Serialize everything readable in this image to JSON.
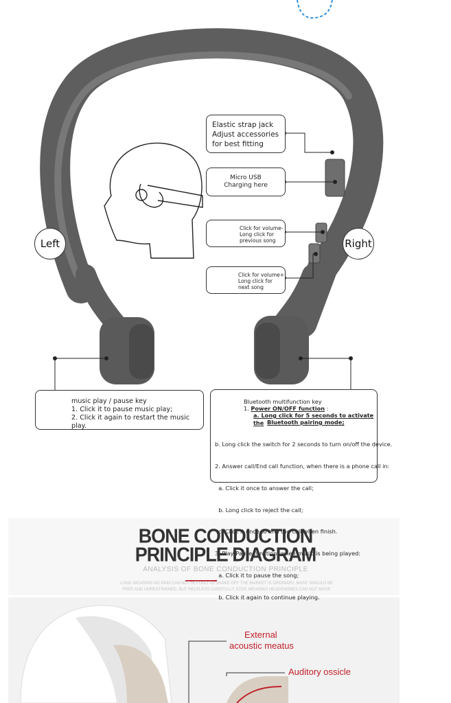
{
  "sides": {
    "left": "Left",
    "right": "Right"
  },
  "callouts": {
    "strap": [
      "Elastic strap jack",
      "Adjust accessories",
      "for best fitting"
    ],
    "usb": [
      "Micro USB",
      "Charging here"
    ],
    "vol_minus": [
      "Click for volume-",
      "Long click for",
      "previous song"
    ],
    "vol_plus": [
      "Click for volume+",
      "Long click for",
      "next song"
    ]
  },
  "music_key": {
    "title": "music play / pause key",
    "lines": [
      "1. Click it to  pause music play;",
      "2. Click it again to restart  the music play."
    ]
  },
  "bt_key": {
    "title": "Bluetooth multifunction key",
    "line1_prefix": "1. ",
    "line1_bold": "Power ON/OFF function",
    "line1_suffix": "  :",
    "line2": "a. Long click for 5 seconds to activate the",
    "line3": "Bluetooth pairing mode;",
    "lines": [
      "b. Long click the switch for 2 seconds to turn on/off the device.",
      "2. Answer call/End call function, when there is a phone call in:",
      "  a. Click it once to answer the call;",
      "  b. Long click to reject the call;",
      "  c. Click it once to end the call when finish.",
      "3. Play/Pause function, when music is being played:",
      "  a. Click it to pause the song;",
      "  b. Click it again to continue playing."
    ]
  },
  "principle": {
    "title_line1": "BONE CONDUCTION",
    "title_line2": "PRINCIPLE DIAGRAM",
    "subtitle": "ANALYSIS OF BONE CONDUCTION PRINCIPLE",
    "note_line1": "LONG WEARING NO PAIN CAN NOT AFFORD TO SHAKE OFF THE MARKET IS ORDINARY, MANY SHOULD BE",
    "note_line2": "FREE AND UNRESTRAINED, BUT HELPLESS CAREFULLY STEP, WEARING HEADPHONES CAN NOT MOVE",
    "labels": {
      "meatus_1": "External",
      "meatus_2": "acoustic meatus",
      "ossicle": "Auditory ossicle"
    }
  },
  "colors": {
    "body": "#6b6b6b",
    "band_light": "#7f7f7f",
    "accent_red": "#c0202a",
    "dash_blue": "#2f8fe0"
  }
}
